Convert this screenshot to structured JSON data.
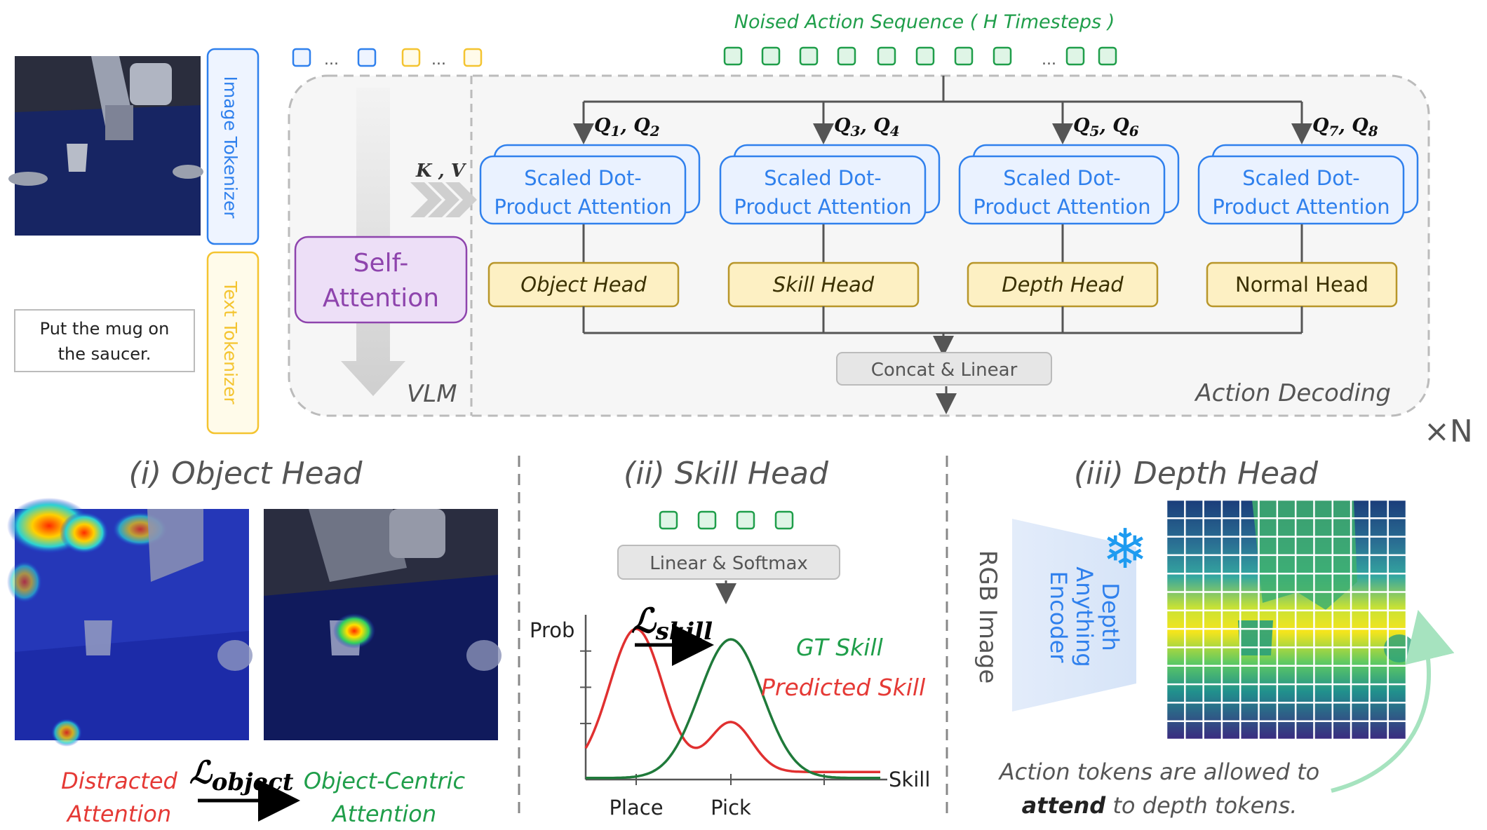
{
  "noised_sequence_label": "Noised Action Sequence ( H Timesteps )",
  "ellipsis": "...",
  "tokenizers": {
    "image": "Image Tokenizer",
    "text": "Text Tokenizer"
  },
  "instruction": {
    "line1": "Put the mug on",
    "line2": "the saucer."
  },
  "vlm": {
    "self_attention_line1": "Self-",
    "self_attention_line2": "Attention",
    "label": "VLM",
    "kv_label": "K , V"
  },
  "action_decoding": {
    "label": "Action Decoding",
    "repeat": "×N",
    "concat_label": "Concat & Linear",
    "attention_line1": "Scaled Dot-",
    "attention_line2": "Product Attention",
    "branches": [
      {
        "q1": "Q",
        "s1": "1",
        "q2": ", Q",
        "s2": "2",
        "head": "Object Head"
      },
      {
        "q1": "Q",
        "s1": "3",
        "q2": ", Q",
        "s2": "4",
        "head": "Skill Head"
      },
      {
        "q1": "Q",
        "s1": "5",
        "q2": ", Q",
        "s2": "6",
        "head": "Depth Head"
      },
      {
        "q1": "Q",
        "s1": "7",
        "q2": ", Q",
        "s2": "8",
        "head": "Normal Head"
      }
    ]
  },
  "object_head": {
    "title": "(i) Object Head",
    "loss_main": "ℒ",
    "loss_sub": "object",
    "distracted_line1": "Distracted",
    "distracted_line2": "Attention",
    "centric_line1": "Object-Centric",
    "centric_line2": "Attention"
  },
  "skill_head": {
    "title": "(ii) Skill Head",
    "linear_softmax": "Linear & Softmax",
    "loss_main": "ℒ",
    "loss_sub": "skill",
    "gt_label": "GT Skill",
    "pred_label": "Predicted Skill"
  },
  "depth_head": {
    "title": "(iii) Depth Head",
    "encoder_line1": "Depth",
    "encoder_line2": "Anything",
    "encoder_line3": "Encoder",
    "rgb_label": "RGB Image",
    "snowflake": "❄",
    "caption_line1": "Action tokens are allowed to",
    "caption_bold": "attend",
    "caption_rest": " to depth tokens."
  },
  "chart_data": {
    "type": "line",
    "xlabel": "Skill",
    "ylabel": "Prob",
    "categories": [
      "Place",
      "Pick"
    ],
    "series": [
      {
        "name": "GT Skill",
        "color": "#1f7a3a"
      },
      {
        "name": "Predicted Skill",
        "color": "#e03030"
      }
    ]
  },
  "colors": {
    "blue": "#2f80ed",
    "yellow": "#f4c430",
    "green": "#1f9e4a",
    "red": "#e53935",
    "purple": "#8e44ad"
  }
}
